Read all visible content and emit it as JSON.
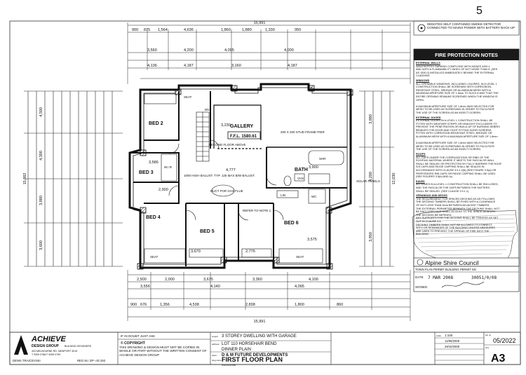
{
  "corner_mark": "5",
  "smoke_note": "DENOTES SELF CONTAINED SMOKE DETECTOR CONNECTED TO MAINS POWER WITH BATTERY BACK-UP",
  "fire_notes": {
    "title": "FIRE PROTECTION NOTES",
    "sections": [
      {
        "head": "EXTERNAL WALLS",
        "lines": [
          "WEATHERTEX SARKING COMPLYING WITH AS/NZS 4200.1",
          "AND WITH A FLAMMABILITY INDEX OF NOT MORE THAN 5. (SEE",
          "AS 1530.2) INSTALLED IMMEDIATELY BEHIND THE EXTERNAL",
          "CLADDING"
        ]
      },
      {
        "head": "WINDOWS",
        "lines": [
          "ALL OPENABLE WINDOWS, INCLUDING LOUVRES, IN A LEVEL 1",
          "CONSTRUCTION SHALL BE SCREENED WITH CORROSION-",
          "RESISTANT STEEL, BRONZE OR ALUMINIUM MESH WITH A",
          "MAXIMUM APERTURE SIZE OF 1.8mm TO SUCH A WAY THAT THE",
          "ENTIRE OPENING REMAINS SCREENED WHEN THE WINDOW IS",
          "OPEN.",
          "",
          "A MAXIMUM APERTURE SIZE OF 1.8mm WAS SELECTED FOR",
          "MESH TO BE USED AS SCREENING IN ORDER TO FACILITATE",
          "THE USE OF THE SCREEN AS AN INSECT-SCREEN"
        ]
      },
      {
        "head": "EXTERNAL DOORS",
        "lines": [
          "EXTERNAL DOORS IN A LEVEL 1 CONSTRUCTION SHALL BE",
          "FITTED WITH WEATHER STRIPS OR DRAUGHT EXCLUDERS TO",
          "PREVENT THE PENETRATION OR BUILD-UP OF BURNING DEBRIS",
          "BENEATH THE DOOR AND TIGHT FITTING DOOR SCREENS",
          "FITTED WITH CORROSION-RESISTANT STEEL, BRONZE OR",
          "ALUMINIUM MESH WITH A MAXIMUM APERTURE SIZE OF 1.8mm",
          "",
          "A MAXIMUM APERTURE SIZE OF 1.8mm WAS SELECTED FOR",
          "MESH TO BE USED AS SCREENING IN ORDER TO FACILITATE",
          "THE USE OF THE SCREEN AS AN INSECT-SCREEN"
        ]
      },
      {
        "head": "ROOFS",
        "lines": [
          "ALL GAPS UNDER THE CORRUGATIONS OR RIBS OF THE",
          "ROOFING MATERIAL WHERE IT MEETS THE FASCIA OR WALL",
          "SHALL BE SEALED OR PROTECTED BY FULLY BARRIER THE ROOF",
          "S/S CAPS AND RIDGE CAPPING SHALL BE SEALED IN",
          "ACCORDANCE WITH CLAUSE 3.9.1.2(b) (SEE FIGURE 3.5(a) OR",
          "PERFORATED RIB CAPS OR RIDGE CAPPING SHALL BE USED.",
          "(SEE FIGURES 3.5(b) AND (c)"
        ]
      },
      {
        "head": "EAVES",
        "lines": [
          "ALL EAVES IN A LEVEL 1 CONSTRUCTION SHALL BE ENCLOSED,",
          "AND THE FASCIA OR THE GAPS BETWEEN THE RAFTERS",
          "SHALL BE SEALED. (SEE CLAUSE 3.9.1.1)"
        ]
      },
      {
        "head": "VERANDAS AND DECKS",
        "lines": [
          "THE REQUIREMENT FOR SPACED DECKING AS AS FOLLOWS:",
          "THE DECKING TIMBERS SHALL BE FIXED WITH A CLEARANCE",
          "OF NOT LESS THAN 3mm BETWEEN ADJACENT TIMBERS.",
          "THE EXTERNAL PERIMETER BENEATH THE DECKING SHALL NOT",
          "BE ENCLOSED NOR SHALL ACCESS TO THE SPACE BENEATH",
          "THE DECKING BE IMPEDED.",
          "ANY SUPPORTS FOR THE DECKING SHALL BE TREATED AS SET",
          "OUT IN CLAUSE 3.4.",
          "DECKING TIMBERS SHALL NOT BE ALLOWED TO CONNECT",
          "WITH OR REMAINDER OF THE BUILDING UNLESS MEASURES",
          "ARE USED TO PREVENT THE SPREAD OF FIRE INTO THE",
          "BUILDING"
        ]
      }
    ]
  },
  "stamp": {
    "council": "Alpine Shire Council",
    "row1": "TOWN PLAN PERMIT  BUILDING PERMIT NO",
    "date_label": "DATE",
    "date": "7 MAR 2008",
    "permit_no": "30051/0/08",
    "signed": "SIGNED"
  },
  "rooms": [
    {
      "key": "bed2",
      "label": "BED 2"
    },
    {
      "key": "gallery",
      "label": "GALLERY"
    },
    {
      "key": "bed3",
      "label": "BED 3"
    },
    {
      "key": "bath",
      "label": "BATH"
    },
    {
      "key": "bed4",
      "label": "BED 4"
    },
    {
      "key": "bed5",
      "label": "BED 5"
    },
    {
      "key": "bed6",
      "label": "BED 6"
    }
  ],
  "plan_labels": {
    "ffl": "F.F.L. 1580.61",
    "second_floor": "SECOND FLOOR ABOVE",
    "ballast": "1000 HIGH BALUST. TYP. 125 MAX B/W BALUST.",
    "duct": "DUCT FOR GAS FLUE",
    "frame_pier": "200 X 200 STUD FRAME PIER",
    "solar": "SOLAR PANELS",
    "refer": "REFER TO NOTE 1",
    "seat": "SEAT",
    "wir": "W.I.R",
    "wc": "WC",
    "vanity": "VAN",
    "dn": "DN",
    "linen": "LIN",
    "sh": "SHR"
  },
  "dims": {
    "overall_top": "15,991",
    "overall_bottom": "15,991",
    "top_row1": [
      "900",
      "875",
      "1,564",
      "4,636",
      "1,860",
      "1,880",
      "1,330",
      "950"
    ],
    "top_row2": [
      "3,560",
      "4,200",
      "4,095",
      "4,000"
    ],
    "top_row3": [
      "4,136",
      "4,187",
      "3,160",
      "4,187"
    ],
    "bottom_row1": [
      "2,500",
      "2,000",
      "3,675",
      "3,360",
      "4,100"
    ],
    "bottom_row2": [
      "3,556",
      "4,140",
      "4,095"
    ],
    "bottom_row3": [
      "900",
      "676",
      "1,356",
      "4,538",
      "2,838",
      "1,800",
      "860"
    ],
    "left_overall": "15,082",
    "left_parts": [
      "4,500",
      "4,300",
      "3,880",
      "3,600"
    ],
    "right_overall": "12,030",
    "right_parts": [
      "3,880",
      "4,200",
      "3,950"
    ],
    "inner": [
      "3,586",
      "3,230",
      "3,900",
      "4,777",
      "2,900",
      "3,670",
      "2,776",
      "3,575"
    ]
  },
  "title_block": {
    "warning": "IF IN DOUBT JUST ASK",
    "copyright_head": "© COPYRIGHT",
    "copyright_body": "THIS DRAWING & DESIGN MUST NOT BE COPIED IN WHOLE OR PART WITHOUT THE WRITTEN CONSENT OF ACHIEVE DESIGN GROUP",
    "firm": "ACHIEVE",
    "firm_sub": "DESIGN GROUP",
    "firm_tag": "BUILDING DESIGNERS",
    "address": "403 MELBOURNE RD. NEWPORT 3015",
    "phone": "T 9399 0788  F 9399 0799",
    "designer": "DENIS TRAJCEVSKI",
    "reg": "REG No: DP- AD 293",
    "project_label": "project",
    "project": "3 STOREY DWELLING WITH GARAGE",
    "address_label": "address",
    "site": "LOT 110 HORSEHAIR BEND",
    "site2": "DINNER PLAIN",
    "client_label": "client",
    "client": "D & M FUTURE DEVELOPMENTS",
    "dwg_label": "dwg name",
    "drawing": "FIRST FLOOR PLAN",
    "date": "29/10/2008",
    "scale_label": "scale",
    "scale": "1:100",
    "rev1": "12/06/2008",
    "rev2": "29/10/2008",
    "job": "05/2022",
    "job_label": "job no",
    "sheet": "A3",
    "sheet_label": "size"
  }
}
